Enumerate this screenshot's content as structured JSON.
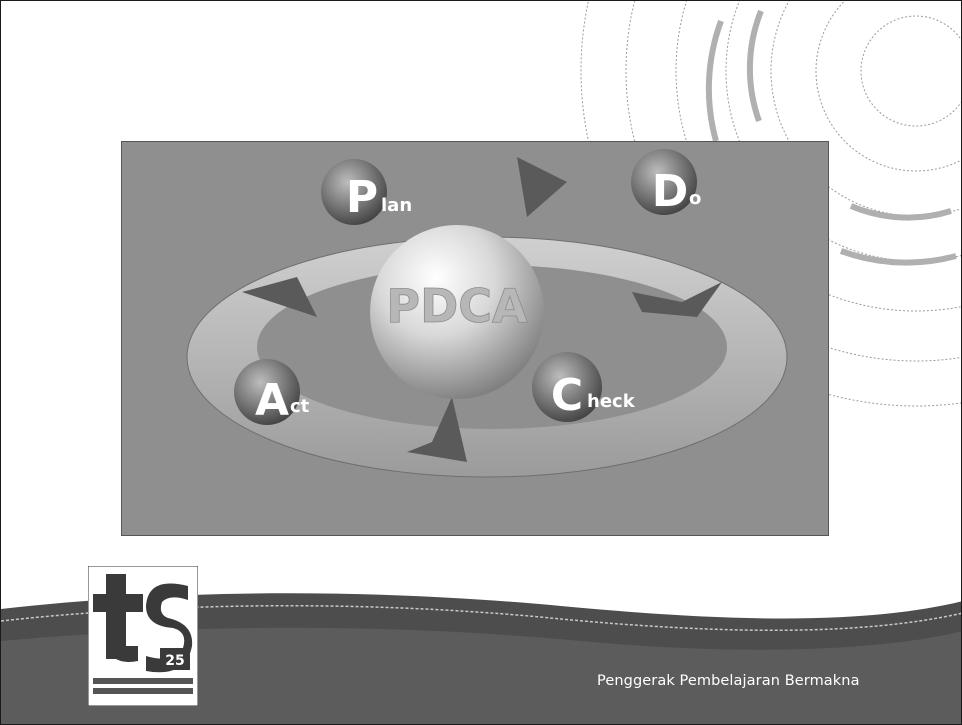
{
  "diagram": {
    "center_label": "PDCA",
    "steps": [
      {
        "letter": "P",
        "rest": "lan"
      },
      {
        "letter": "D",
        "rest": "o"
      },
      {
        "letter": "C",
        "rest": "heck"
      },
      {
        "letter": "A",
        "rest": "ct"
      }
    ]
  },
  "footer": {
    "tagline": "Penggerak Pembelajaran Bermakna"
  },
  "logo": {
    "number": "25"
  }
}
